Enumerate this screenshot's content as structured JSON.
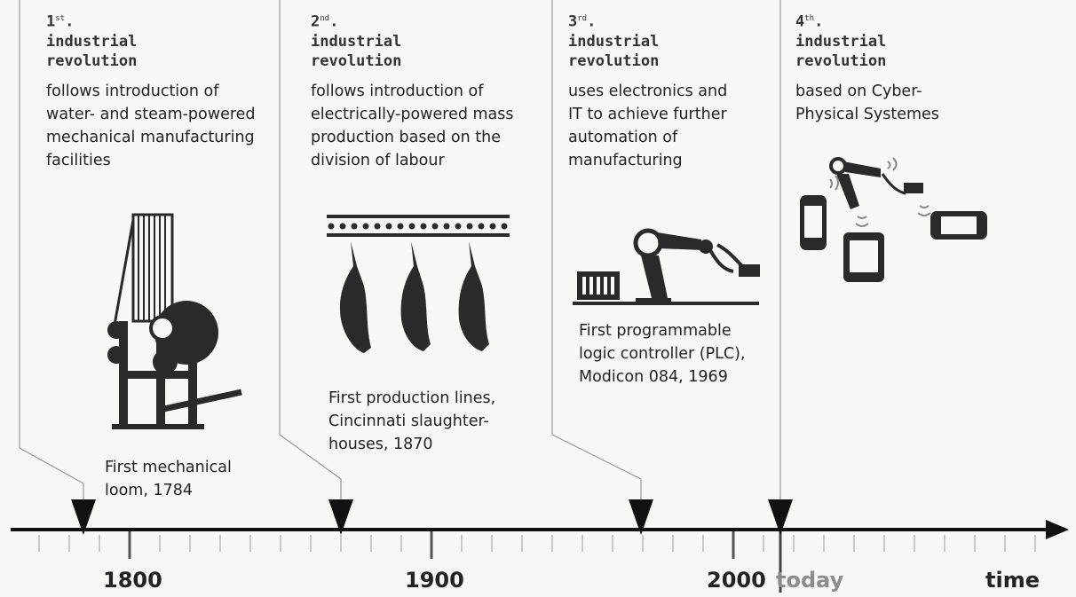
{
  "revolutions": [
    {
      "ordinal": "1",
      "suffix": "st",
      "title_line1": "industrial",
      "title_line2": "revolution",
      "description": [
        "follows introduction of",
        "water- and steam-powered",
        "mechanical manufacturing",
        "facilities"
      ],
      "caption": [
        "First mechanical",
        "loom, 1784"
      ],
      "year": 1784,
      "icon": "mechanical-loom-icon"
    },
    {
      "ordinal": "2",
      "suffix": "nd",
      "title_line1": "industrial",
      "title_line2": "revolution",
      "description": [
        "follows introduction of",
        "electrically-powered mass",
        "production based on the",
        "division of labour"
      ],
      "caption": [
        "First production lines,",
        "Cincinnati slaughter-",
        "houses, 1870"
      ],
      "year": 1870,
      "icon": "slaughterhouse-line-icon"
    },
    {
      "ordinal": "3",
      "suffix": "rd",
      "title_line1": "industrial",
      "title_line2": "revolution",
      "description": [
        "uses electronics and",
        "IT to achieve further",
        "automation of",
        "manufacturing"
      ],
      "caption": [
        "First programmable",
        "logic controller (PLC),",
        "Modicon 084, 1969"
      ],
      "year": 1969,
      "icon": "robot-arm-plc-icon"
    },
    {
      "ordinal": "4",
      "suffix": "th",
      "title_line1": "industrial",
      "title_line2": "revolution",
      "description": [
        "based on Cyber-",
        "Physical Systemes"
      ],
      "caption": [],
      "year": "today",
      "icon": "cyber-physical-devices-icon"
    }
  ],
  "axis": {
    "labels": [
      "1800",
      "1900",
      "2000"
    ],
    "today_label": "today",
    "time_label": "time"
  },
  "colors": {
    "background": "#f7f7f5",
    "ink": "#222222",
    "muted": "#8c8c8c"
  }
}
